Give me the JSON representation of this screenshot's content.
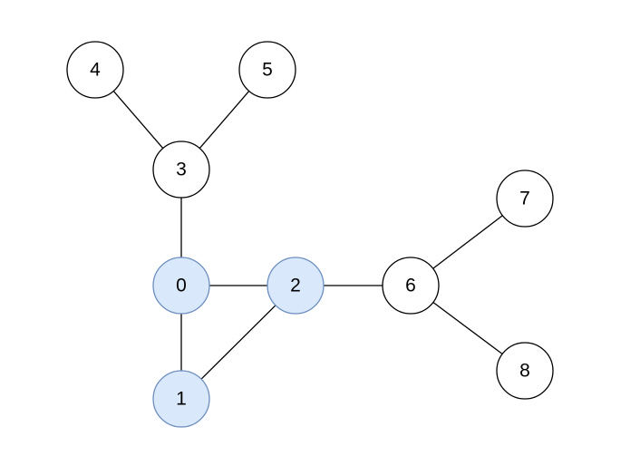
{
  "graph": {
    "nodes": [
      {
        "id": "0",
        "label": "0",
        "highlighted": true
      },
      {
        "id": "1",
        "label": "1",
        "highlighted": true
      },
      {
        "id": "2",
        "label": "2",
        "highlighted": true
      },
      {
        "id": "3",
        "label": "3",
        "highlighted": false
      },
      {
        "id": "4",
        "label": "4",
        "highlighted": false
      },
      {
        "id": "5",
        "label": "5",
        "highlighted": false
      },
      {
        "id": "6",
        "label": "6",
        "highlighted": false
      },
      {
        "id": "7",
        "label": "7",
        "highlighted": false
      },
      {
        "id": "8",
        "label": "8",
        "highlighted": false
      }
    ],
    "edges": [
      {
        "from": "4",
        "to": "3"
      },
      {
        "from": "5",
        "to": "3"
      },
      {
        "from": "3",
        "to": "0"
      },
      {
        "from": "0",
        "to": "2"
      },
      {
        "from": "0",
        "to": "1"
      },
      {
        "from": "1",
        "to": "2"
      },
      {
        "from": "2",
        "to": "6"
      },
      {
        "from": "6",
        "to": "7"
      },
      {
        "from": "6",
        "to": "8"
      }
    ]
  },
  "colors": {
    "highlight_fill": "#dae8fc",
    "highlight_stroke": "#6c8ebf",
    "default_fill": "#ffffff",
    "default_stroke": "#000000",
    "edge": "#000000"
  }
}
